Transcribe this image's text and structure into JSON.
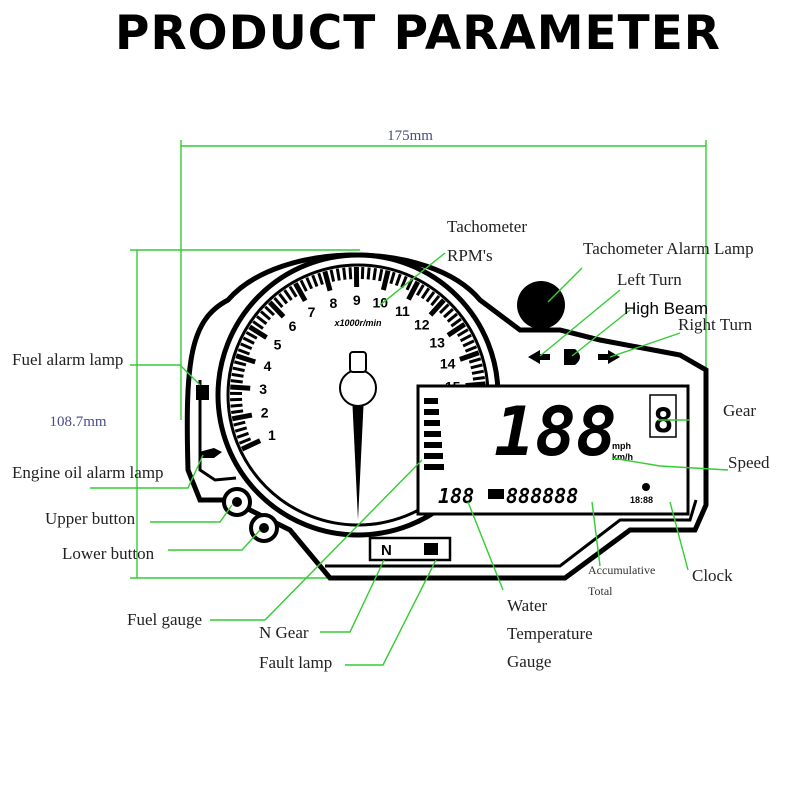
{
  "title": "PRODUCT PARAMETER",
  "dimensions": {
    "width": "175mm",
    "height": "108.7mm"
  },
  "tachometer": {
    "numbers": [
      "1",
      "2",
      "3",
      "4",
      "5",
      "6",
      "7",
      "8",
      "9",
      "10",
      "11",
      "12",
      "13",
      "14",
      "15"
    ],
    "unit": "x1000r/min"
  },
  "display": {
    "speed": "188",
    "speed_unit_top": "mph",
    "speed_unit_bottom": "km/h",
    "gear": "8",
    "odometer": "888888",
    "water_temp": "188",
    "clock": "18:88",
    "n_gear": "N"
  },
  "labels": {
    "tachometer": "Tachometer",
    "rpms": "RPM's",
    "tach_alarm_lamp": "Tachometer Alarm Lamp",
    "left_turn": "Left Turn",
    "high_beam": "High Beam",
    "right_turn": "Right Turn",
    "fuel_alarm_lamp": "Fuel alarm lamp",
    "engine_oil_alarm_lamp": "Engine oil alarm lamp",
    "gear": "Gear",
    "speed": "Speed",
    "upper_button": "Upper button",
    "lower_button": "Lower button",
    "clock": "Clock",
    "accumulative": "Accumulative",
    "total": "Total",
    "fuel_gauge": "Fuel gauge",
    "n_gear": "N Gear",
    "water": "Water",
    "temperature": "Temperature",
    "gauge": "Gauge",
    "fault_lamp": "Fault lamp"
  },
  "colors": {
    "leader_line": "#33cc33",
    "outline": "#000000",
    "background": "#ffffff"
  }
}
